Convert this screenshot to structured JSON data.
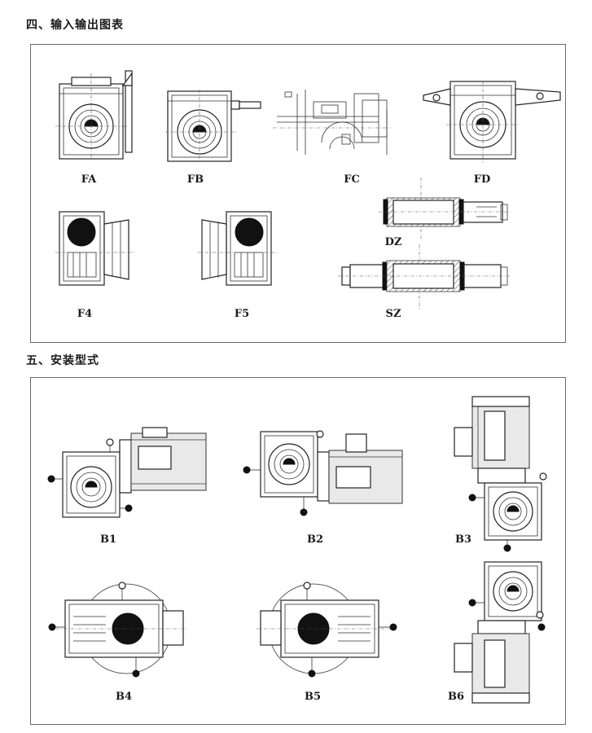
{
  "sections": {
    "output_section_title": "四、输入输出图表",
    "mount_section_title": "五、安装型式"
  },
  "output_labels": {
    "fa": "FA",
    "fb": "FB",
    "fc": "FC",
    "fd": "FD",
    "f4": "F4",
    "f5": "F5",
    "dz": "DZ",
    "sz": "SZ"
  },
  "mount_labels": {
    "b1": "B1",
    "b2": "B2",
    "b3": "B3",
    "b4": "B4",
    "b5": "B5",
    "b6": "B6"
  }
}
